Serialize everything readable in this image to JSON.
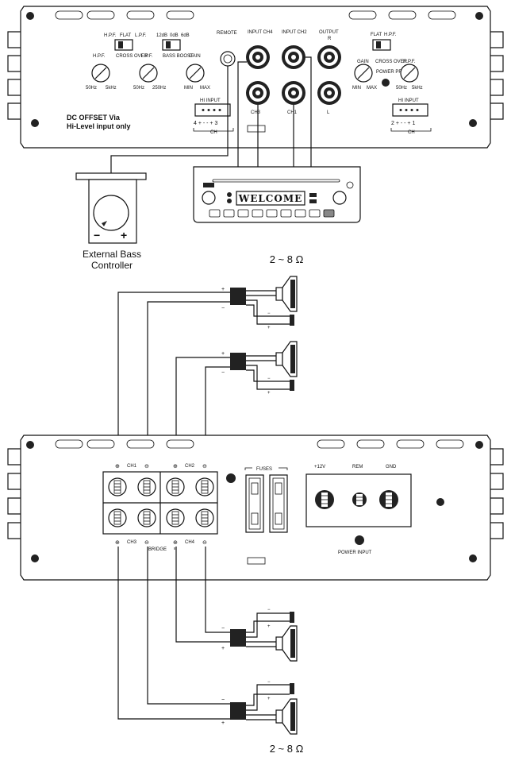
{
  "head_unit_amp": {
    "switch_left": [
      "H.P.F.",
      "FLAT",
      "L.P.F."
    ],
    "crossover_label": "CROSS OVER",
    "bass_boost_options": [
      "12dB",
      "0dB",
      "6dB"
    ],
    "bass_boost_label": "BASS BOOST",
    "hpf_label": "H.P.F.",
    "hpf_range": [
      "50Hz",
      "5kHz"
    ],
    "lpf_label": "L.P.F.",
    "lpf_range": [
      "50Hz",
      "250Hz"
    ],
    "gain_label": "GAIN",
    "gain_range": [
      "MIN",
      "MAX"
    ],
    "remote_label": "REMOTE",
    "input_ch4": "INPUT CH4",
    "input_ch2": "INPUT CH2",
    "output_label": "OUTPUT",
    "output_r": "R",
    "output_l": "L",
    "ch3_label": "CH3",
    "ch1_label": "CH1",
    "switch_right": [
      "FLAT",
      "H.P.F."
    ],
    "power_protect": "POWER PROTECT",
    "hi_input": "HI INPUT",
    "hi_input_left_pins": "4 + - - + 3",
    "hi_input_right_pins": "2 + - - + 1",
    "ch_label": "CH",
    "dc_offset_line1": "DC OFFSET Via",
    "dc_offset_line2": "Hi-Level input only"
  },
  "head_unit": {
    "display_text": "WELCOME"
  },
  "bass_controller": {
    "minus": "−",
    "plus": "+",
    "caption_line1": "External Bass",
    "caption_line2": "Controller"
  },
  "speakers": {
    "impedance_top": "2 ~ 8 Ω",
    "impedance_bottom": "2 ~ 8 Ω",
    "plus": "+",
    "minus": "−"
  },
  "power_amp": {
    "ch1": "CH1",
    "ch2": "CH2",
    "ch3": "CH3",
    "ch4": "CH4",
    "bridge": "BRIDGE",
    "fuses": "FUSES",
    "plus12v": "+12V",
    "rem": "REM",
    "gnd": "GND",
    "power_input": "POWER INPUT"
  }
}
